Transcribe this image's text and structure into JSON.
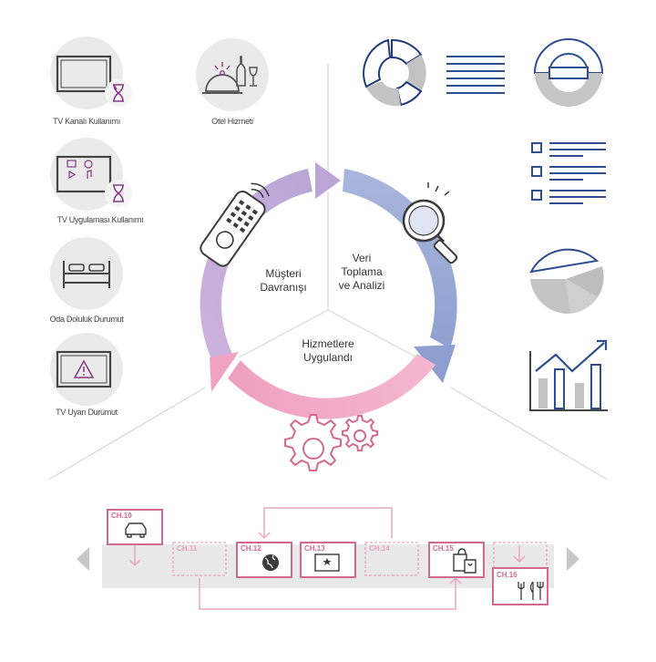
{
  "left_icons": [
    {
      "label": "TV Kanalı Kullanımı"
    },
    {
      "label": "Otel Hizmeti"
    },
    {
      "label": "TV Uygulaması Kullanımı"
    },
    {
      "label": "Oda Doluluk Durumut"
    },
    {
      "label": "TV Uyarı Durumut"
    }
  ],
  "cycle": {
    "stage_customer": [
      "Müşteri",
      "Davranışı"
    ],
    "stage_data": [
      "Veri",
      "Toplama",
      "ve Analizi"
    ],
    "stage_services": [
      "Hizmetlere",
      "Uygulandı"
    ]
  },
  "channels": [
    "CH.10",
    "CH.11",
    "CH.12",
    "CH.13",
    "CH.14",
    "CH.15",
    "CH.16"
  ],
  "colors": {
    "purple": "#c7a7d6",
    "blue": "#a6b2d6",
    "pink": "#f0a9c4",
    "navy": "#3a5a9a",
    "gray": "#c8c8c8",
    "channel_pink": "#d4698f"
  }
}
